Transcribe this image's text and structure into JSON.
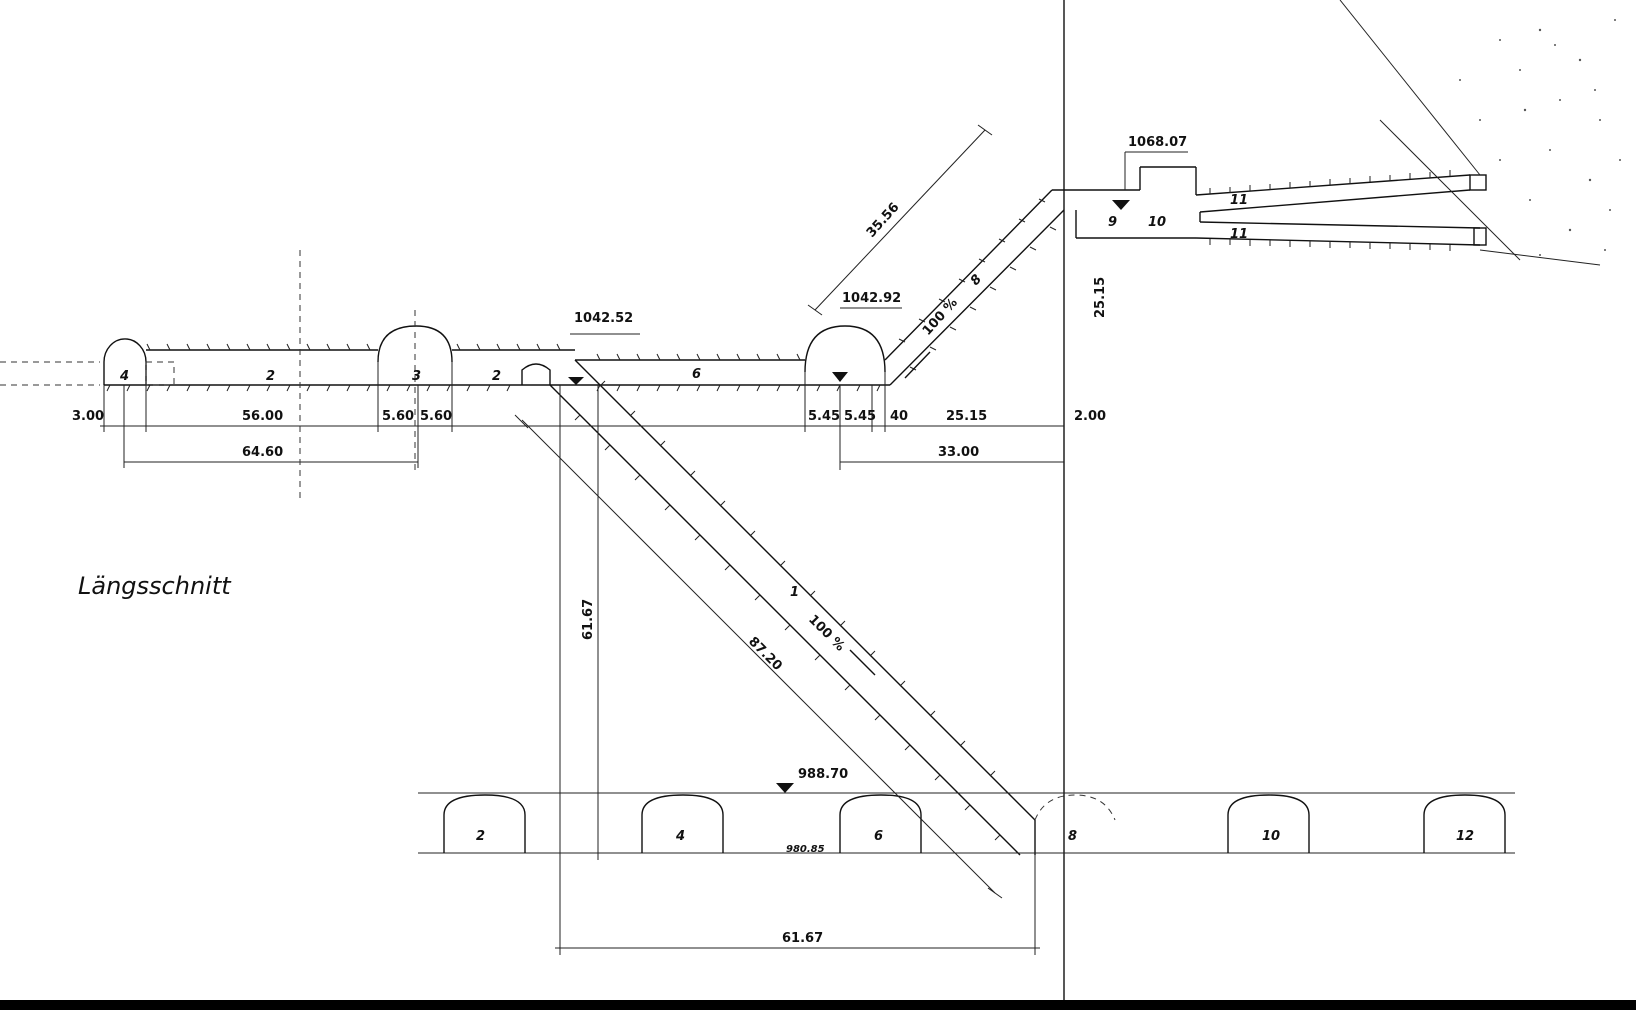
{
  "title": "Längsschnitt",
  "elevations": {
    "top_left": "1042.52",
    "top_mid": "1042.92",
    "top_right": "1068.07",
    "lower_level": "988.70",
    "lower_floor": "980.85"
  },
  "dimensions": {
    "d_3_00": "3.00",
    "d_56_00": "56.00",
    "d_5_60a": "5.60",
    "d_5_60b": "5.60",
    "d_64_60": "64.60",
    "d_5_45a": "5.45",
    "d_5_45b": "5.45",
    "d_40": "40",
    "d_25_15": "25.15",
    "d_2_00": "2.00",
    "d_33_00": "33.00",
    "d_35_56": "35.56",
    "d_25_15_v": "25.15",
    "d_61_67_v": "61.67",
    "d_87_20": "87.20",
    "d_61_67_h": "61.67"
  },
  "gradients": {
    "upper": "100 %",
    "lower": "100 %"
  },
  "section_numbers": {
    "s4": "4",
    "s2a": "2",
    "s3": "3",
    "s2b": "2",
    "s6": "6",
    "s8": "8",
    "s9": "9",
    "s10": "10",
    "s11a": "11",
    "s11b": "11",
    "s1": "1",
    "l2": "2",
    "l4": "4",
    "l6": "6",
    "l8": "8",
    "l10": "10",
    "l12": "12"
  }
}
